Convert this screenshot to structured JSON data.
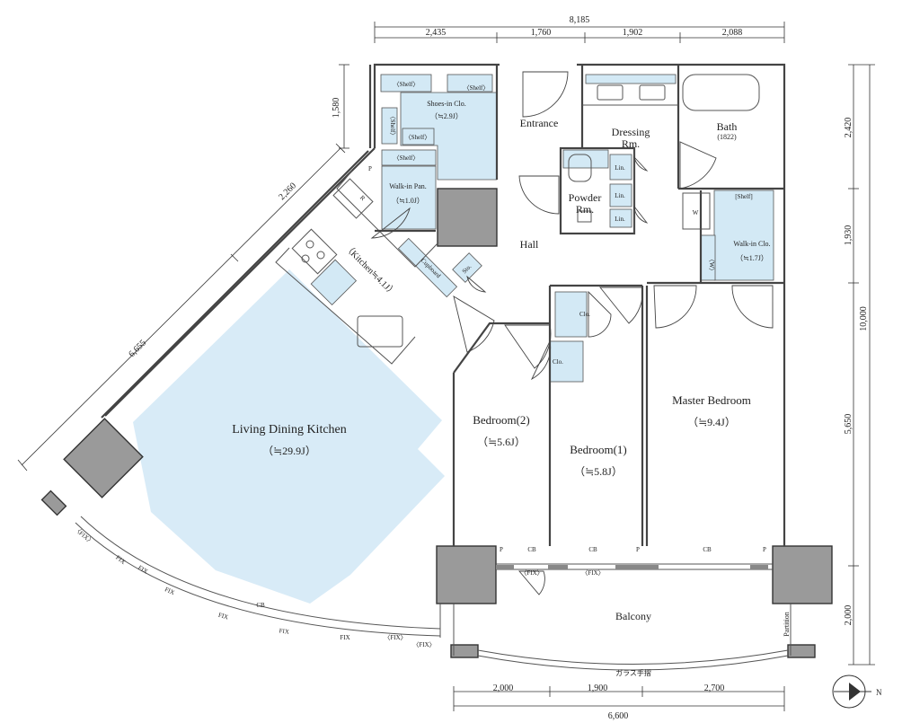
{
  "dimensions": {
    "top_total": "8,185",
    "top": [
      "2,435",
      "1,760",
      "1,902",
      "2,088"
    ],
    "right_total": "10,000",
    "right": [
      "2,420",
      "1,930",
      "5,650",
      "2,000"
    ],
    "bottom_total": "6,600",
    "bottom": [
      "2,000",
      "1,900",
      "2,700"
    ],
    "left_upper": "1,580",
    "diag_upper": "2,260",
    "diag_lower": "6,655"
  },
  "rooms": {
    "ldk": "Living Dining Kitchen",
    "ldk_size": "（≒29.9J）",
    "kitchen": "（Kitchen≒4.1J）",
    "bedroom2": "Bedroom(2)",
    "bedroom2_size": "（≒5.6J）",
    "bedroom1": "Bedroom(1)",
    "bedroom1_size": "（≒5.8J）",
    "master": "Master Bedroom",
    "master_size": "（≒9.4J）",
    "entrance": "Entrance",
    "hall": "Hall",
    "dressing": "Dressing",
    "dressing_rm": "Rm.",
    "bath": "Bath",
    "bath_size": "(1822)",
    "powder": "Powder",
    "powder_rm": "Rm.",
    "shoes": "Shoes-in Clo.",
    "shoes_size": "（≒2.9J）",
    "walkin_pan": "Walk-in Pan.",
    "walkin_pan_size": "（≒1.0J）",
    "walkin_clo": "Walk-in Clo.",
    "walkin_clo_size": "（≒1.7J）",
    "balcony": "Balcony",
    "railing": "ガラス手摺",
    "partition": "Partition"
  },
  "labels": {
    "shelf_a": "〈Shelf〉",
    "shelf_b": "〈Shelf〉",
    "shelf_c": "〈Shelf〉",
    "shelf_d": "〈Shelf〉",
    "shelf_e": "〈Shelf〉",
    "shelf_f": "[Shelf]",
    "cupboard": "Cupboard",
    "sto": "Sto.",
    "clo_a": "Clo.",
    "clo_b": "Clo.",
    "lin_a": "Lin.",
    "lin_b": "Lin.",
    "lin_c": "Lin.",
    "w_a": "W",
    "w_b": "〈W〉",
    "p_a": "P",
    "p_b": "P",
    "p_c": "P",
    "p_d": "P",
    "r": "R",
    "cb_a": "CB",
    "cb_b": "CB",
    "cb_c": "CB",
    "cb_d": "CB",
    "fix_a": "〈FIX〉",
    "fix_b": "FIX",
    "fix_c": "FIX",
    "fix_d": "FIX",
    "fix_e": "FIX",
    "fix_f": "FIX",
    "fix_g": "FIX",
    "fix_h": "〈FIX〉",
    "fix_i": "〈FIX〉",
    "fix_j": "〈FIX〉",
    "north": "N"
  }
}
